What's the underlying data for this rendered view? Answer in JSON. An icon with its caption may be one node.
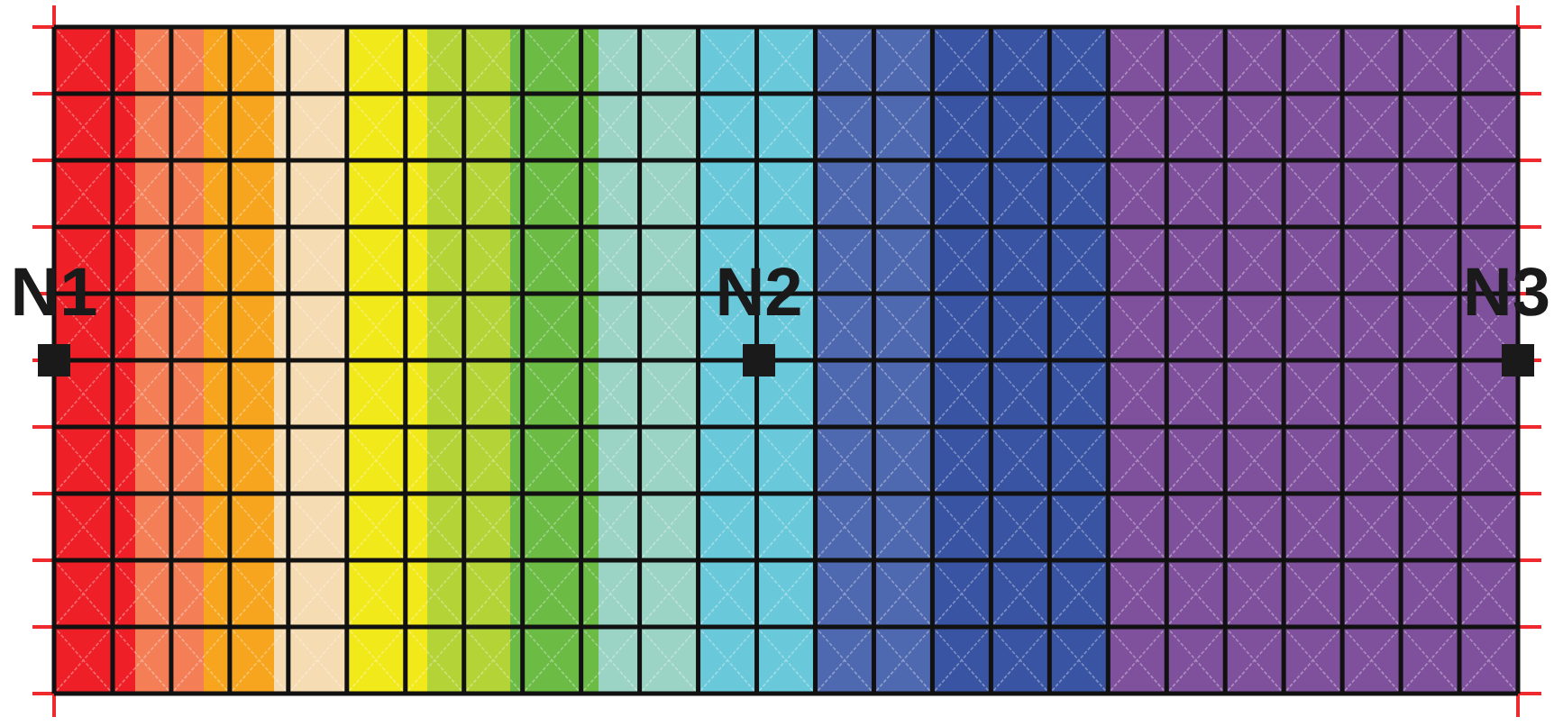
{
  "diagram": {
    "nodes": [
      {
        "text": [
          "N1"
        ]
      },
      {
        "text": [
          "N2"
        ]
      },
      {
        "text": [
          "N3"
        ]
      }
    ]
  }
}
